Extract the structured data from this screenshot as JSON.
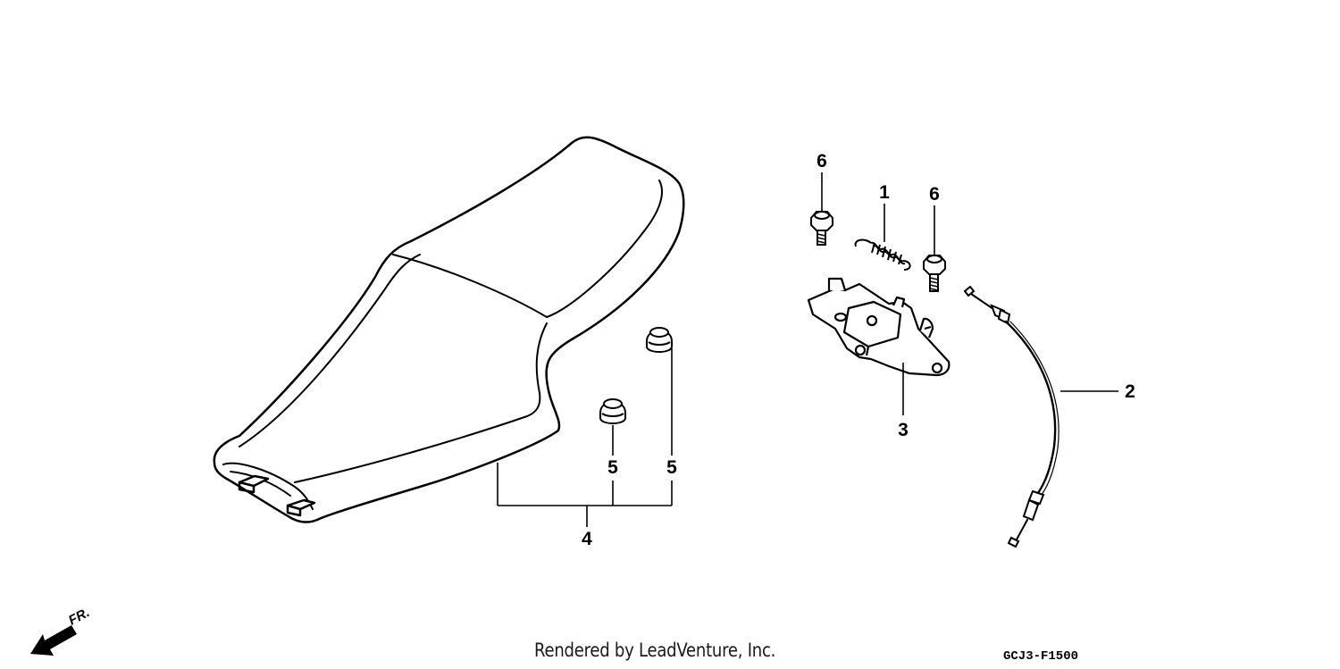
{
  "callouts": {
    "spring": "1",
    "cable": "2",
    "bracket": "3",
    "seat_assy": "4",
    "grommet_left": "5",
    "grommet_right": "5",
    "bolt_left": "6",
    "bolt_right": "6"
  },
  "direction_label": "FR.",
  "footer": {
    "credit": "Rendered by LeadVenture, Inc.",
    "code": "GCJ3-F1500"
  }
}
